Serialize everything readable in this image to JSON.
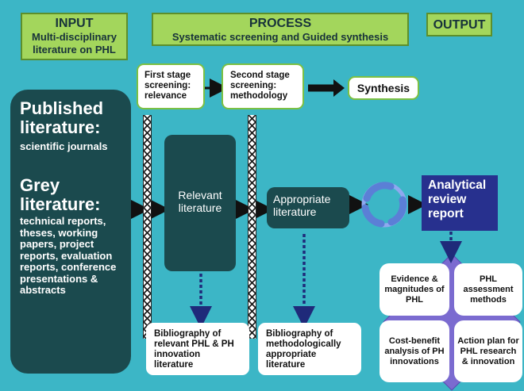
{
  "headers": {
    "input": {
      "title": "INPUT",
      "subtitle": "Multi-disciplinary literature on PHL"
    },
    "process": {
      "title": "PROCESS",
      "subtitle": "Systematic screening and Guided synthesis"
    },
    "output": {
      "title": "OUTPUT"
    }
  },
  "stages": {
    "first": "First stage screening: relevance",
    "second": "Second stage screening: methodology",
    "synthesis": "Synthesis"
  },
  "input_panel": {
    "published_title": "Published literature:",
    "published_sub": "scientific journals",
    "grey_title": "Grey literature:",
    "grey_sub": "technical reports, theses, working papers, project reports, evaluation reports, conference presentations & abstracts"
  },
  "relevant_box": "Relevant literature",
  "appropriate_box": "Appropriate literature",
  "report_box": "Analytical review report",
  "bibliographies": {
    "relevant": "Bibliography of relevant PHL & PH innovation literature",
    "appropriate": "Bibliography of methodologically appropriate literature"
  },
  "outputs": {
    "evidence": "Evidence & magnitudes of PHL",
    "methods": "PHL assessment methods",
    "cba": "Cost-benefit analysis of PH innovations",
    "action": "Action plan for PHL research & innovation"
  },
  "colors": {
    "background": "#3cb6c6",
    "header_green": "#a3d65c",
    "dark_teal": "#1b4a4e",
    "report_navy": "#27308e",
    "cycle_blue": "#5b7fd6",
    "diamond_purple": "#7b6bd0"
  },
  "icons": [
    "cycle-icon"
  ]
}
